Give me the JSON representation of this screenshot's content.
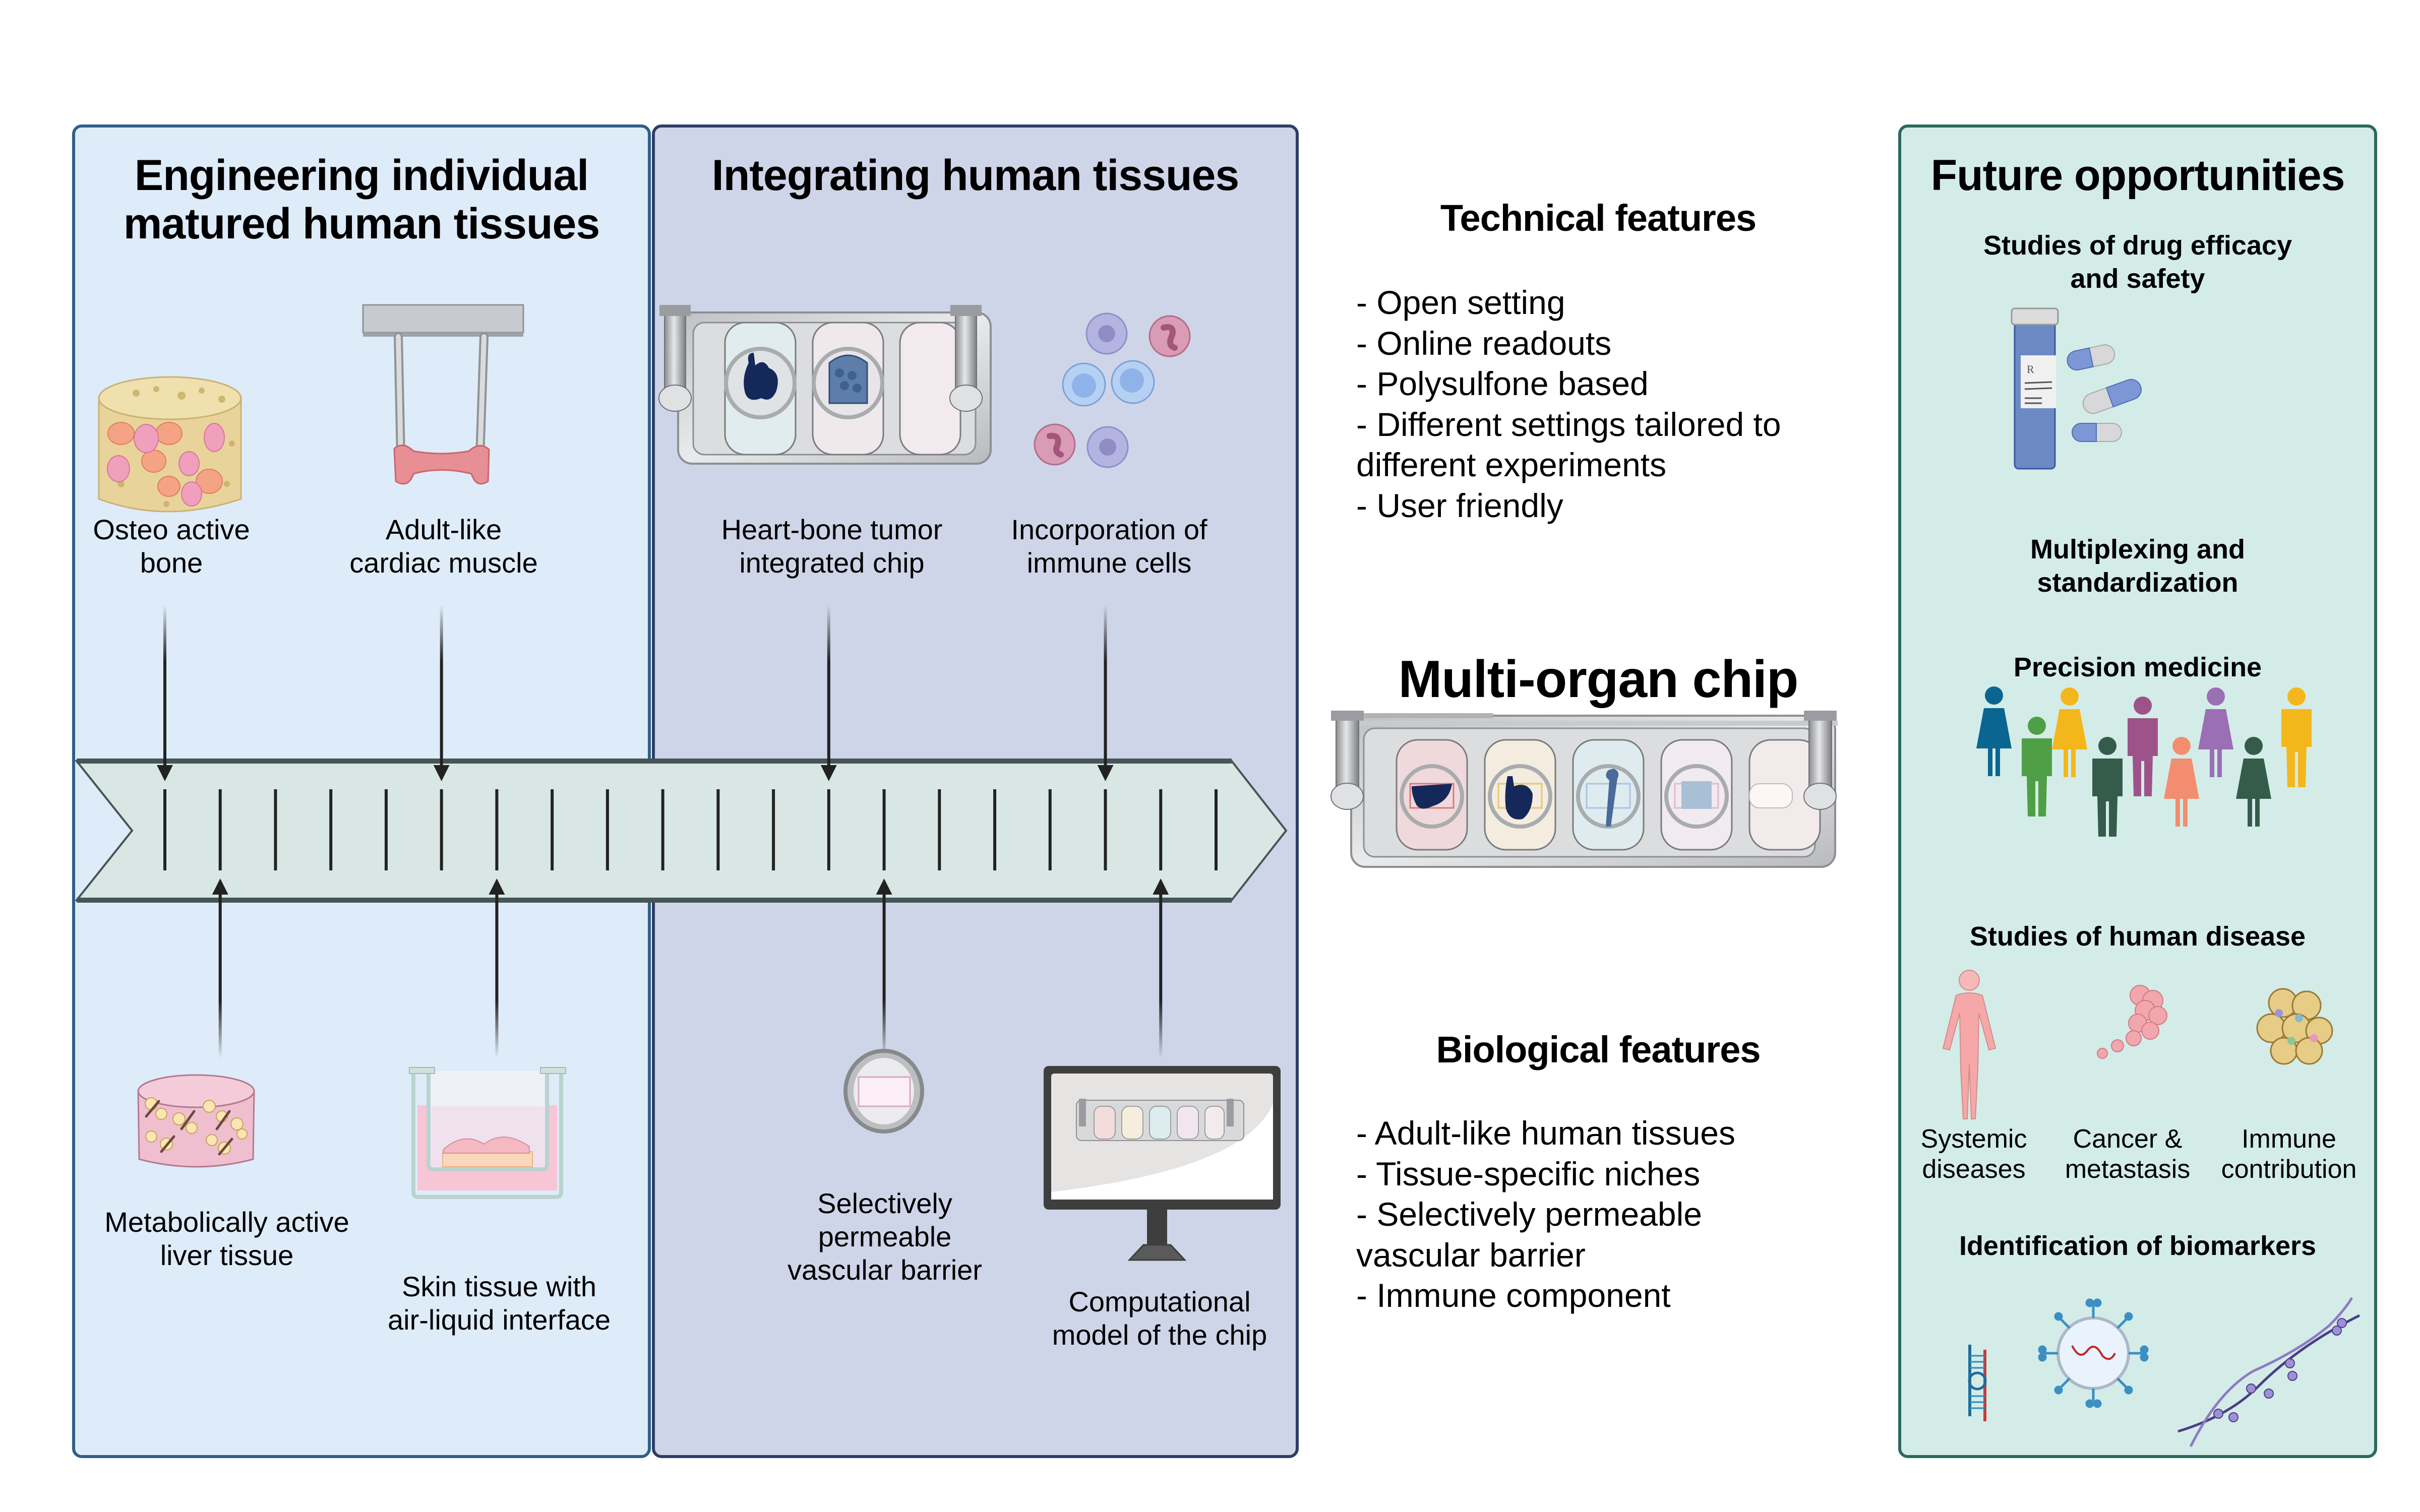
{
  "panels": {
    "engineering": {
      "title": "Engineering individual matured human tissues",
      "title_lines": [
        "Engineering individual",
        "matured human tissues"
      ],
      "items_top": [
        {
          "label_lines": [
            "Osteo active",
            "bone"
          ],
          "icon": "bone-scaffold-icon"
        },
        {
          "label_lines": [
            "Adult-like",
            "cardiac muscle"
          ],
          "icon": "cardiac-muscle-posts-icon"
        }
      ],
      "items_bottom": [
        {
          "label_lines": [
            "Metabolically active",
            "liver tissue"
          ],
          "icon": "liver-tissue-icon"
        },
        {
          "label_lines": [
            "Skin tissue with",
            "air-liquid interface"
          ],
          "icon": "transwell-skin-icon"
        }
      ]
    },
    "integrating": {
      "title": "Integrating human tissues",
      "items_top": [
        {
          "label_lines": [
            "Heart-bone tumor",
            "integrated chip"
          ],
          "icon": "heart-bone-chip-icon"
        },
        {
          "label_lines": [
            "Incorporation of",
            "immune cells"
          ],
          "icon": "immune-cells-icon"
        }
      ],
      "items_bottom": [
        {
          "label_lines": [
            "Selectively",
            "permeable",
            "vascular barrier"
          ],
          "icon": "membrane-insert-icon"
        },
        {
          "label_lines": [
            "Computational",
            "model of the chip"
          ],
          "icon": "monitor-chip-icon"
        }
      ]
    },
    "future": {
      "title": "Future opportunities",
      "sections": [
        {
          "title_lines": [
            "Studies of drug efficacy",
            "and safety"
          ],
          "icon": "pill-bottle-capsules-icon"
        },
        {
          "title_lines": [
            "Multiplexing and",
            "standardization"
          ]
        },
        {
          "title_lines": [
            "Precision medicine"
          ],
          "icon": "diverse-people-icon"
        },
        {
          "title_lines": [
            "Studies of human disease"
          ],
          "subitems": [
            {
              "label_lines": [
                "Systemic",
                "diseases"
              ],
              "icon": "human-body-icon"
            },
            {
              "label_lines": [
                "Cancer &",
                "metastasis"
              ],
              "icon": "tumor-metastasis-icon"
            },
            {
              "label_lines": [
                "Immune",
                "contribution"
              ],
              "icon": "immune-tissue-icon"
            }
          ]
        },
        {
          "title_lines": [
            "Identification of biomarkers"
          ],
          "icon": "biomarkers-icon"
        }
      ]
    }
  },
  "center": {
    "technical": {
      "title": "Technical features",
      "lines": [
        "- Open setting",
        "- Online readouts",
        "- Polysulfone based",
        "- Different settings tailored to",
        "different experiments",
        "- User friendly"
      ]
    },
    "chip_title": "Multi-organ chip",
    "chip_compartments": [
      "liver",
      "heart",
      "bone",
      "skin",
      "empty"
    ],
    "biological": {
      "title": "Biological features",
      "lines": [
        "- Adult-like human tissues",
        "- Tissue-specific niches",
        "- Selectively permeable",
        "vascular barrier",
        "- Immune component"
      ]
    }
  },
  "timeline": {
    "tick_count": 20,
    "down_arrow_ticks": [
      1,
      6,
      13,
      18
    ],
    "up_arrow_ticks": [
      2,
      7,
      14,
      19
    ]
  },
  "colors": {
    "engineering_bg": "#deebf8",
    "engineering_border": "#2f5f8a",
    "integrating_bg": "#cfd5e8",
    "integrating_border": "#2e3f66",
    "future_bg": "#d3ece8",
    "future_border": "#2b6a5c",
    "timeline_fill": "#d8e7e4",
    "timeline_stroke": "#465555",
    "arrow": "#222222"
  }
}
